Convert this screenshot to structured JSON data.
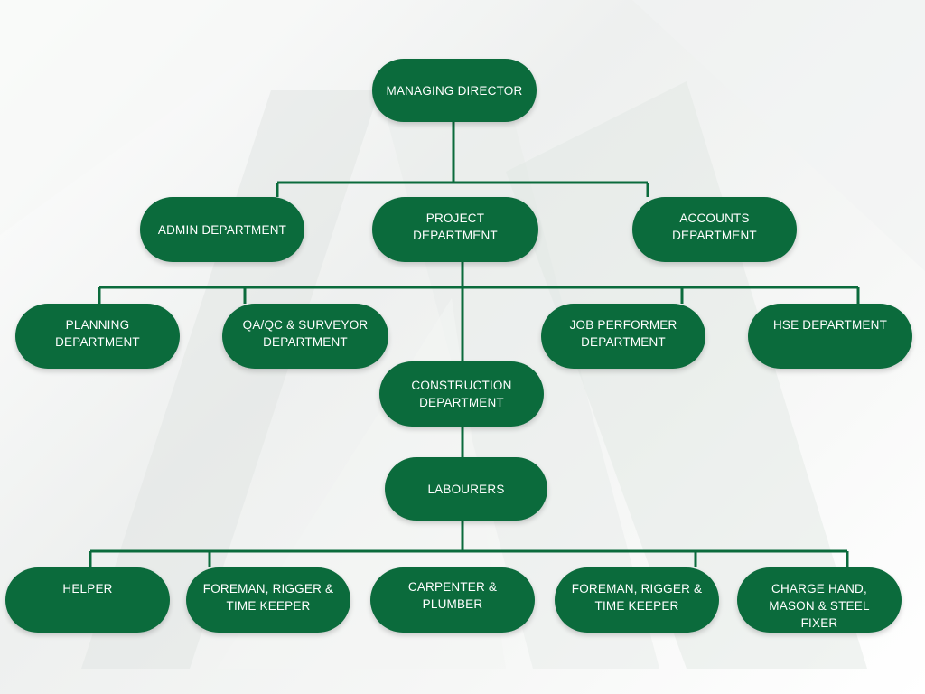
{
  "chart": {
    "nodes": {
      "managing_director": "MANAGING DIRECTOR",
      "admin": "ADMIN DEPARTMENT",
      "project": "PROJECT\nDEPARTMENT",
      "accounts": "ACCOUNTS\nDEPARTMENT",
      "planning": "PLANNING\nDEPARTMENT",
      "qaqc": "QA/QC & SURVEYOR\nDEPARTMENT",
      "job_performer": "JOB PERFORMER\nDEPARTMENT",
      "hse": "HSE DEPARTMENT",
      "construction": "CONSTRUCTION\nDEPARTMENT",
      "labourers": "LABOURERS",
      "helper": "HELPER",
      "foreman_1": "FOREMAN, RIGGER &\nTIME KEEPER",
      "carpenter": "CARPENTER &\nPLUMBER",
      "foreman_2": "FOREMAN, RIGGER &\nTIME KEEPER",
      "charge_hand": "CHARGE HAND,\nMASON & STEEL FIXER"
    },
    "node_color": "#0b6b3c",
    "line_color": "#0b6b3c",
    "text_color": "#ffffff"
  }
}
